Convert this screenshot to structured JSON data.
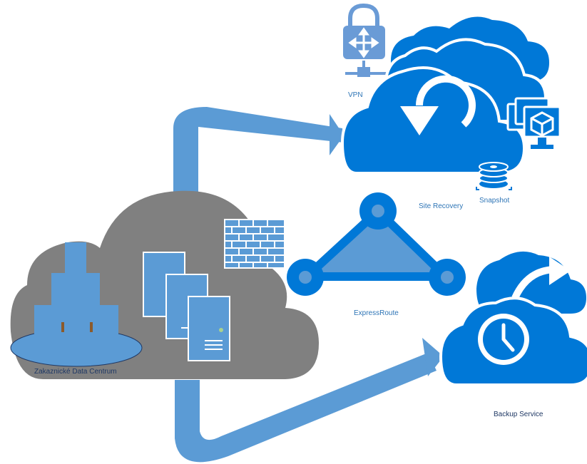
{
  "labels": {
    "datacenter": "Zakaznické Data Centrum",
    "vpn": "VPN",
    "site_recovery": "Site Recovery",
    "snapshot": "Snapshot",
    "expressroute": "ExpressRoute",
    "backup": "Backup Service"
  },
  "colors": {
    "arrow": "#5B9BD5",
    "azure_blue": "#0078D7",
    "onprem_cloud": "#808080",
    "building": "#5B9BD5",
    "server": "#5B9BD5",
    "firewall": "#5B9BD5",
    "vpn_icon": "#6A9BD6"
  },
  "icons": [
    "lock-icon",
    "router-icon",
    "network-icon",
    "firewall-icon",
    "server-icon",
    "building-icon",
    "clock-icon",
    "refresh-icon",
    "disk-icon",
    "vm-icon",
    "share-arrow-icon"
  ]
}
